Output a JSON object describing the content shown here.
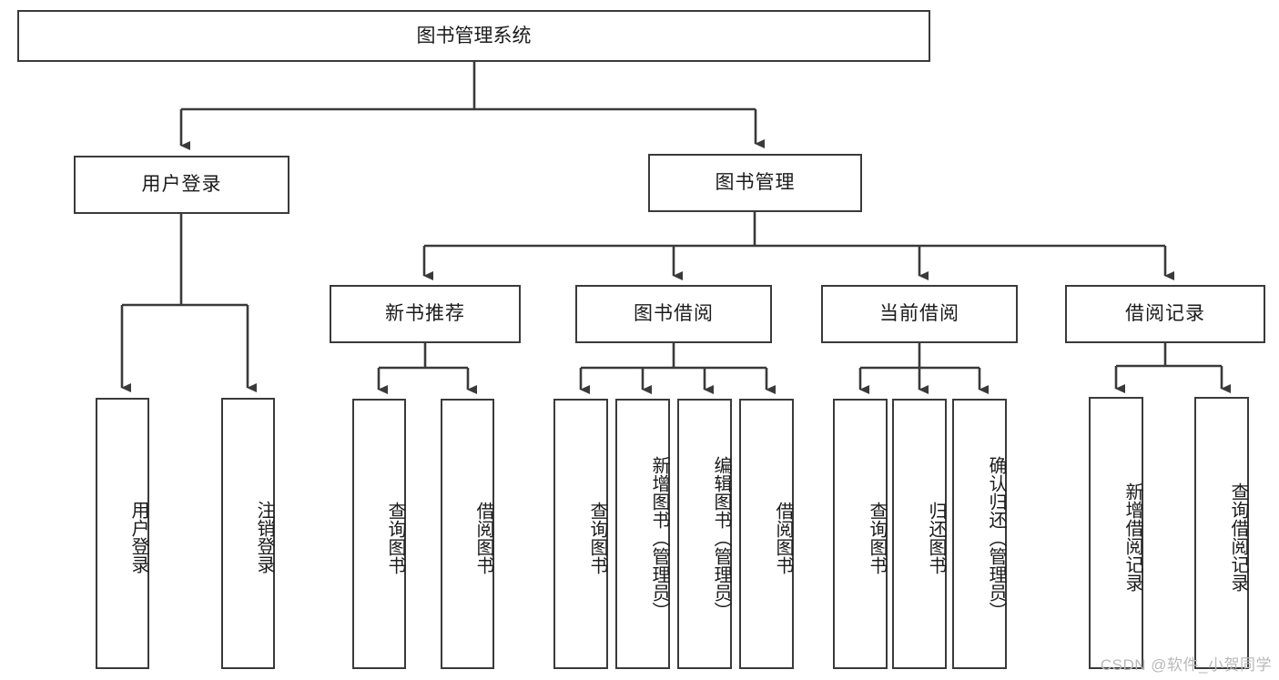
{
  "diagram": {
    "title": "图书管理系统",
    "watermark": "CSDN @软件_小贺同学",
    "line_color": "#3a3a3a",
    "box_fill": "#ffffff",
    "text_color": "#1b1b1b",
    "nodes": {
      "root": "图书管理系统",
      "level1": [
        {
          "label": "用户登录"
        },
        {
          "label": "图书管理"
        }
      ],
      "level2": [
        {
          "label": "新书推荐"
        },
        {
          "label": "图书借阅"
        },
        {
          "label": "当前借阅"
        },
        {
          "label": "借阅记录"
        }
      ],
      "leaves": {
        "user_login": [
          "用户登录",
          "注销登录"
        ],
        "new_book": [
          "查询图书",
          "借阅图书"
        ],
        "book_borrow": [
          "查询图书",
          "新增图书（管理员）",
          "编辑图书（管理员）",
          "借阅图书"
        ],
        "current_borrow": [
          "查询图书",
          "归还图书",
          "确认归还（管理员）"
        ],
        "borrow_record": [
          "新增借阅记录",
          "查询借阅记录"
        ]
      }
    }
  }
}
